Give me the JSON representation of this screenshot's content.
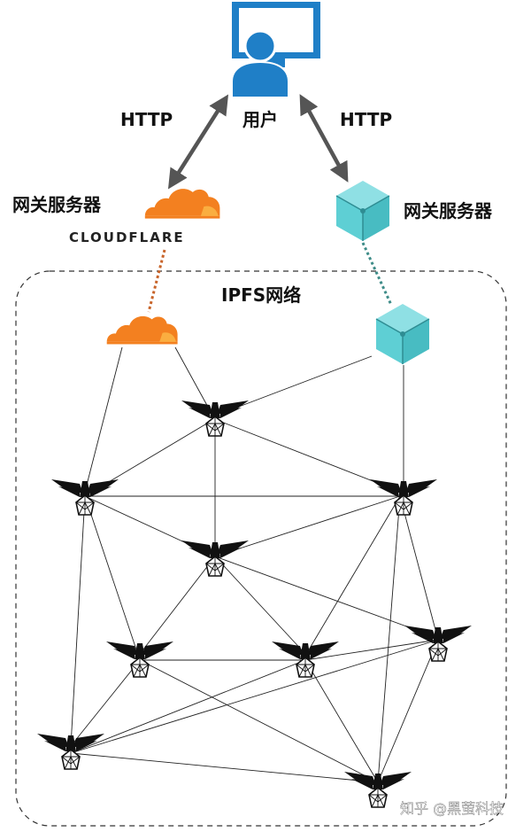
{
  "labels": {
    "user": "用户",
    "http_left": "HTTP",
    "http_right": "HTTP",
    "gateway_left": "网关服务器",
    "gateway_right": "网关服务器",
    "cloudflare_wordmark": "CLOUDFLARE",
    "network_title": "IPFS网络",
    "watermark": "知乎 @黑萤科技"
  },
  "colors": {
    "user_blue": "#1f7fc7",
    "cloudflare_orange": "#f38020",
    "cube_teal": "#5ecfd4",
    "arrow_gray": "#555555",
    "left_link": "#c8642a",
    "right_link": "#3e8c88"
  },
  "icons": {
    "user": "user-at-monitor-icon",
    "cloudflare": "cloudflare-cloud-icon",
    "gateway_cube": "cube-icon",
    "ipfs_node": "ipfs-winged-node-icon"
  }
}
